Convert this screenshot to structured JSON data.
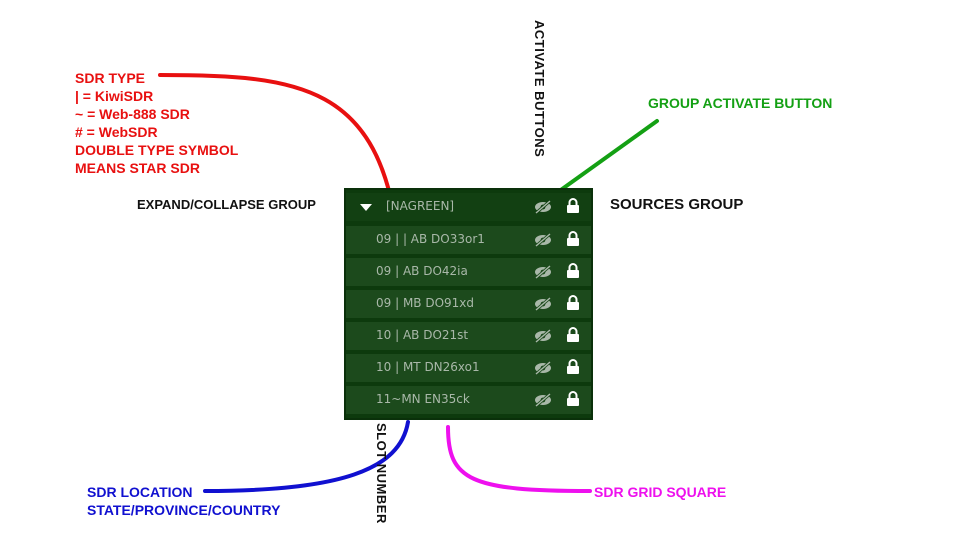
{
  "annotations": {
    "sdr_type": {
      "lines": [
        "SDR TYPE",
        "|  = KiwiSDR",
        "~ = Web-888 SDR",
        "# = WebSDR",
        "DOUBLE TYPE SYMBOL",
        "MEANS STAR SDR"
      ]
    },
    "activate_buttons": "ACTIVATE BUTTONS",
    "group_activate_button": "GROUP ACTIVATE BUTTON",
    "expand_collapse_group": "EXPAND/COLLAPSE GROUP",
    "sources_group": "SOURCES GROUP",
    "slot_number": "SLOT NUMBER",
    "sdr_location": {
      "lines": [
        "SDR LOCATION",
        "STATE/PROVINCE/COUNTRY"
      ]
    },
    "sdr_grid_square": "SDR GRID SQUARE"
  },
  "panel": {
    "group_name": "[NAGREEN]",
    "rows": [
      {
        "label": "09 | | AB DO33or1"
      },
      {
        "label": "09 | AB DO42ia"
      },
      {
        "label": "09 | MB DO91xd"
      },
      {
        "label": "10 | AB DO21st"
      },
      {
        "label": "10 | MT DN26xo1"
      },
      {
        "label": "11~MN EN35ck"
      }
    ]
  },
  "colors": {
    "red": "#e81010",
    "green": "#14a014",
    "blue": "#1010d0",
    "magenta": "#ee10ee",
    "panel_bg": "#0d3a0d",
    "row_bg": "#1c4a1c",
    "row_text": "#a9b8a9"
  },
  "icons": {
    "expand": "caret-down-icon",
    "activate": "eye-slash-icon",
    "lock": "lock-icon"
  }
}
